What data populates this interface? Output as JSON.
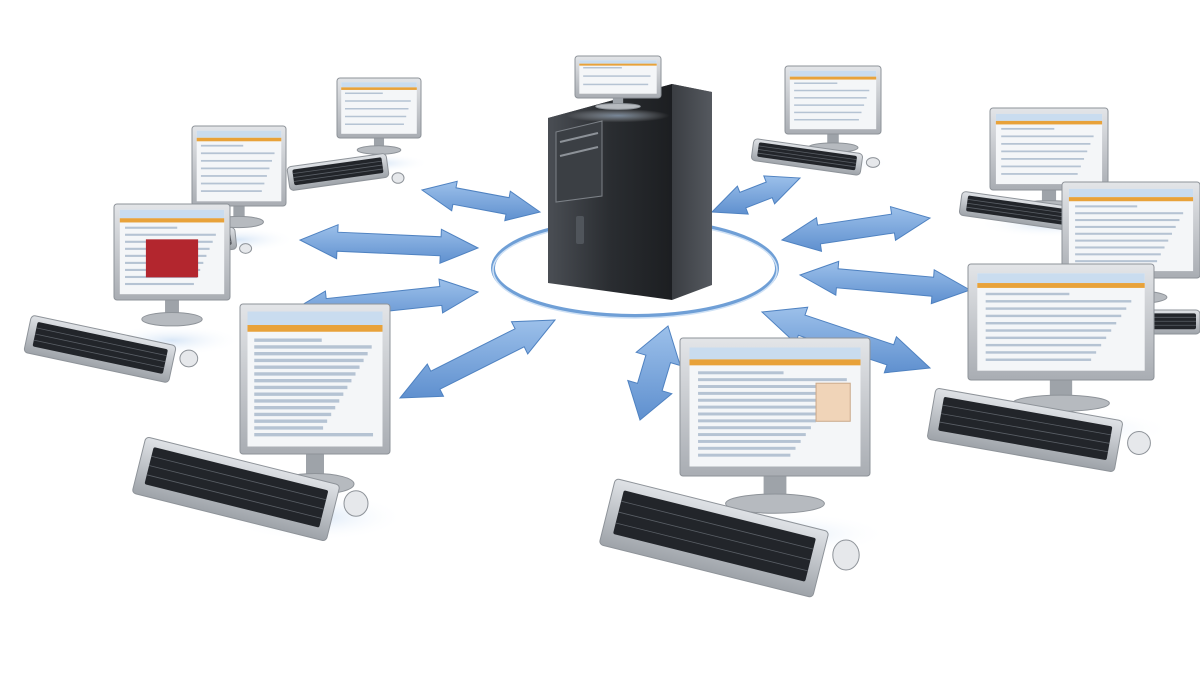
{
  "scene": {
    "hub": "server-tower",
    "client_count": 10,
    "connection": "bidirectional-arrows",
    "colors": {
      "arrow": "#7aa7dc",
      "arrow_edge": "#4f82c1",
      "ring": "#6f9fd6",
      "monitor_frame": "#c9ccd1",
      "tower": "#2f3236",
      "screen_window": "#f4f6f8",
      "screen_ribbon": "#e8a23a"
    }
  }
}
